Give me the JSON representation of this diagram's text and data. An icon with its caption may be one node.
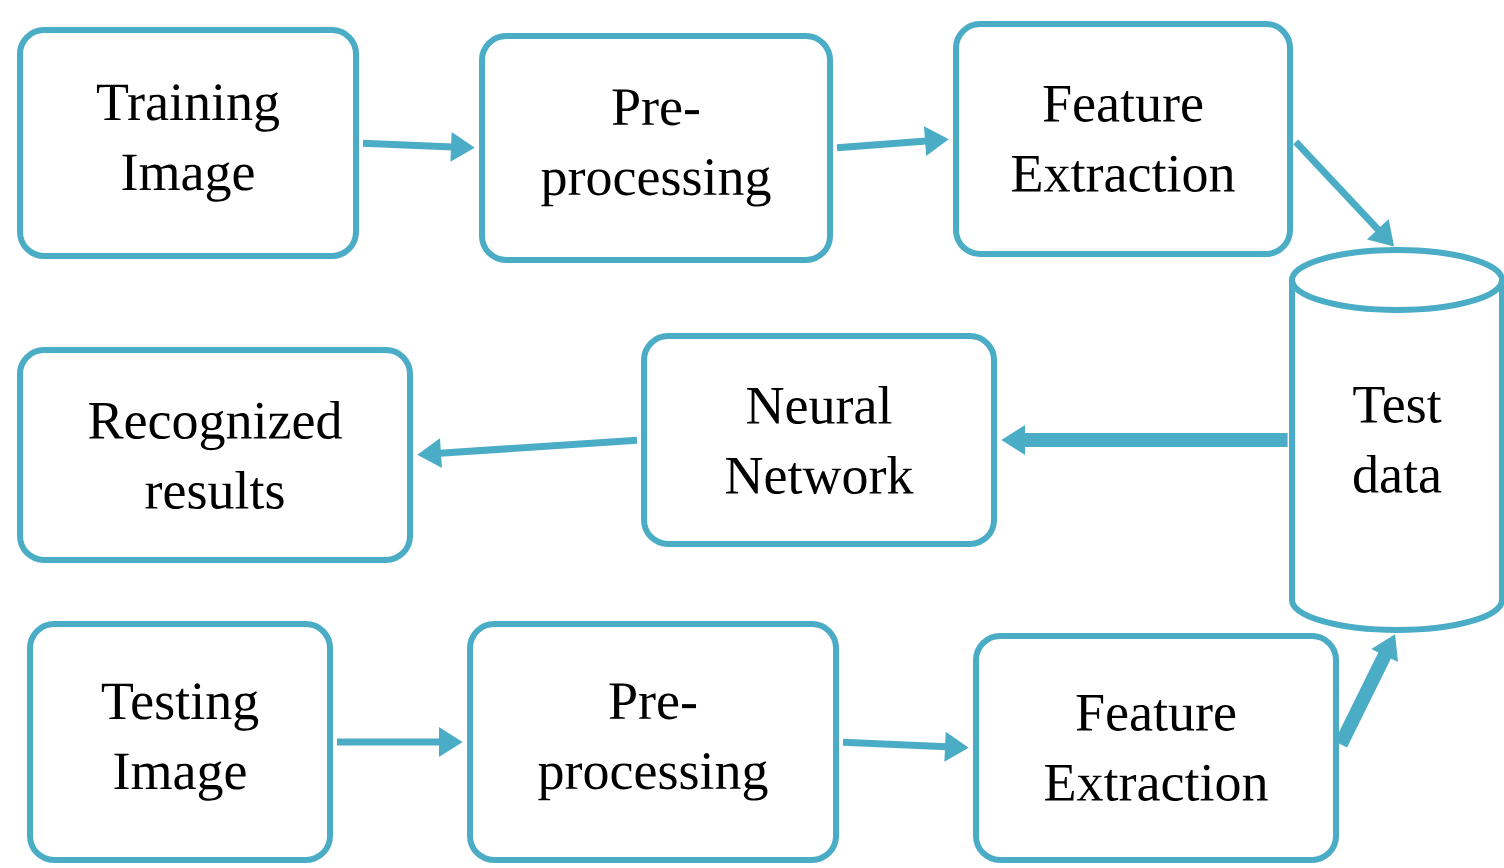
{
  "diagram": {
    "nodes": [
      {
        "text": [
          "Training Image"
        ]
      },
      {
        "text": [
          "Pre-processing"
        ]
      },
      {
        "text": [
          "Feature Extraction"
        ]
      },
      {
        "text": [
          "Test data"
        ]
      },
      {
        "text": [
          "Neural Network"
        ]
      },
      {
        "text": [
          "Recognized results"
        ]
      },
      {
        "text": [
          "Testing Image"
        ]
      },
      {
        "text": [
          "Pre-processing"
        ]
      },
      {
        "text": [
          "Feature Extraction"
        ]
      }
    ],
    "edges": [
      {
        "from": 0,
        "to": 1,
        "arrow": "to"
      },
      {
        "from": 1,
        "to": 2,
        "arrow": "to"
      },
      {
        "from": 2,
        "to": 3,
        "arrow": "to"
      },
      {
        "from": 3,
        "to": 4,
        "arrow": "to",
        "style": "thick"
      },
      {
        "from": 4,
        "to": 5,
        "arrow": "to"
      },
      {
        "from": 6,
        "to": 7,
        "arrow": "to"
      },
      {
        "from": 7,
        "to": 8,
        "arrow": "to"
      },
      {
        "from": 8,
        "to": 3,
        "arrow": "to",
        "style": "thick"
      }
    ]
  }
}
